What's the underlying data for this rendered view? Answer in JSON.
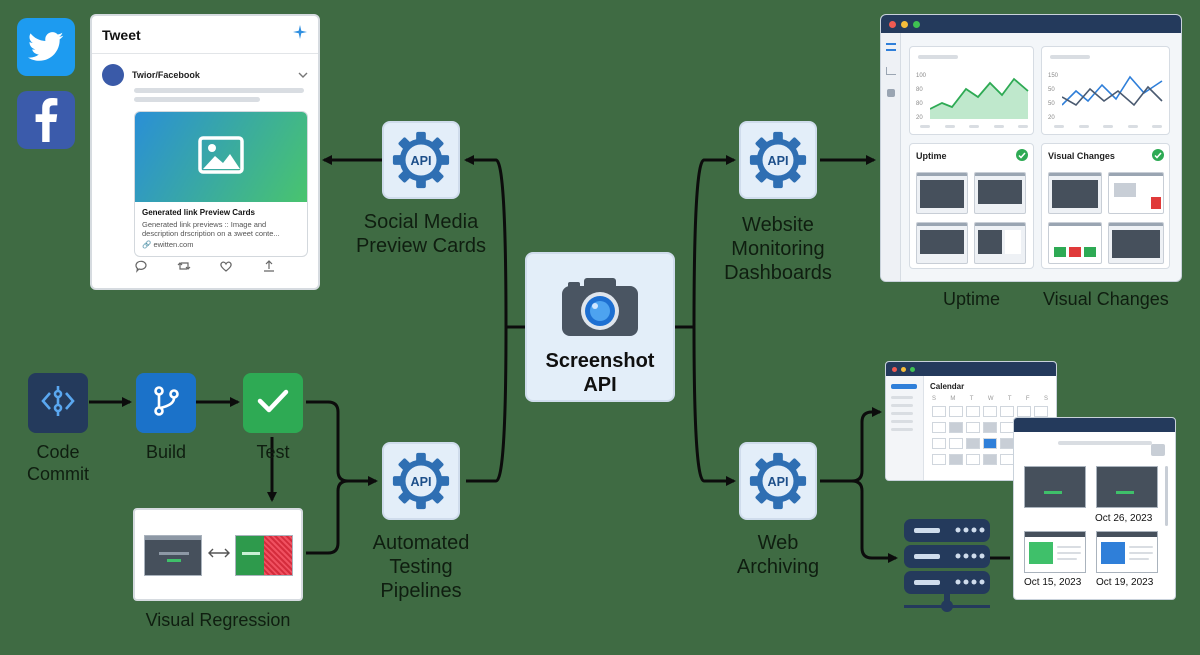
{
  "hub": {
    "title_line1": "Screenshot",
    "title_line2": "API"
  },
  "nodes": {
    "social": {
      "badge": "API",
      "label_line1": "Social Media",
      "label_line2": "Preview Cards"
    },
    "monitoring": {
      "badge": "API",
      "label_line1": "Website",
      "label_line2": "Monitoring",
      "label_line3": "Dashboards"
    },
    "testing": {
      "badge": "API",
      "label_line1": "Automated",
      "label_line2": "Testing",
      "label_line3": "Pipelines"
    },
    "archiving": {
      "badge": "API",
      "label_line1": "Web",
      "label_line2": "Archiving"
    }
  },
  "tweet": {
    "header": "Tweet",
    "account": "Twior/Facebook",
    "preview_title": "Generated link Preview Cards",
    "preview_desc_line1": "Generated link previews :: Image and",
    "preview_desc_line2": "description drscription on a зweet conte...",
    "preview_link": "ewitten.com"
  },
  "pipeline": {
    "steps": [
      {
        "label_line1": "Code",
        "label_line2": "Commit"
      },
      {
        "label_line1": "Build"
      },
      {
        "label_line1": "Test"
      }
    ],
    "regression_label": "Visual Regression"
  },
  "dashboard": {
    "chart_ticks_left": [
      "100",
      "80",
      "80",
      "20"
    ],
    "chart_ticks_right": [
      "150",
      "50",
      "50",
      "20"
    ],
    "panel_uptime": "Uptime",
    "panel_visual": "Visual Changes",
    "caption_uptime": "Uptime",
    "caption_visual": "Visual Changes"
  },
  "archive": {
    "calendar_title": "Calendar",
    "weekdays": [
      "S",
      "M",
      "T",
      "W",
      "T",
      "F",
      "S"
    ],
    "dates": [
      "Oct 26, 2023",
      "Oct 15, 2023",
      "Oct 19, 2023"
    ]
  },
  "colors": {
    "background": "#3f6b43",
    "node_bg": "#e3eef9",
    "gear": "#2f6fb3",
    "twitter": "#1d9bf0",
    "facebook": "#3b5bab",
    "check_green": "#2eaa54",
    "git_dark": "#243a5c"
  }
}
